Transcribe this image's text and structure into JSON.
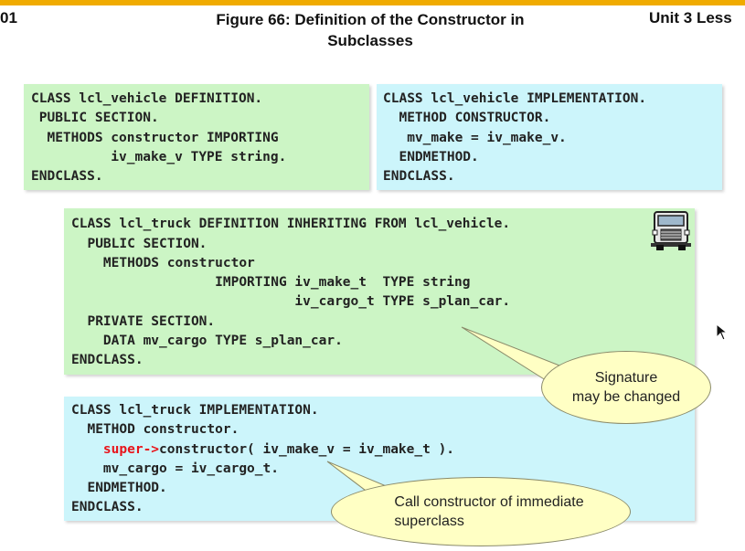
{
  "header": {
    "left_fragment": "01",
    "title_line1": "Figure 66: Definition of the Constructor in",
    "title_line2": "Subclasses",
    "right_fragment": "Unit 3 Less"
  },
  "vehicle_definition": [
    "CLASS lcl_vehicle DEFINITION.",
    " PUBLIC SECTION.",
    "  METHODS constructor IMPORTING",
    "          iv_make_v TYPE string.",
    "ENDCLASS."
  ],
  "vehicle_implementation": [
    "CLASS lcl_vehicle IMPLEMENTATION.",
    "  METHOD CONSTRUCTOR.",
    "   mv_make = iv_make_v.",
    "  ENDMETHOD.",
    "ENDCLASS."
  ],
  "truck_definition": [
    "CLASS lcl_truck DEFINITION INHERITING FROM lcl_vehicle.",
    "  PUBLIC SECTION.",
    "    METHODS constructor",
    "                  IMPORTING iv_make_t  TYPE string",
    "                            iv_cargo_t TYPE s_plan_car.",
    "  PRIVATE SECTION.",
    "    DATA mv_cargo TYPE s_plan_car.",
    "ENDCLASS."
  ],
  "truck_implementation": {
    "line1": "CLASS lcl_truck IMPLEMENTATION.",
    "line2": "  METHOD constructor.",
    "line3_indent": "    ",
    "line3_super": "super->",
    "line3_rest": "constructor( iv_make_v = iv_make_t ).",
    "line4": "    mv_cargo = iv_cargo_t.",
    "line5": "  ENDMETHOD.",
    "line6": "ENDCLASS."
  },
  "callouts": {
    "signature_line1": "Signature",
    "signature_line2": "may be changed",
    "constructor_line1": "Call constructor of immediate",
    "constructor_line2": "superclass"
  },
  "icons": {
    "truck": "truck-icon",
    "cursor": "mouse-pointer-icon"
  },
  "colors": {
    "accent_bar": "#f0ab00",
    "definition_box": "#ccf5c5",
    "implementation_box": "#ccf5fb",
    "callout_fill": "#ffffc4",
    "super_keyword": "#e8141b"
  }
}
